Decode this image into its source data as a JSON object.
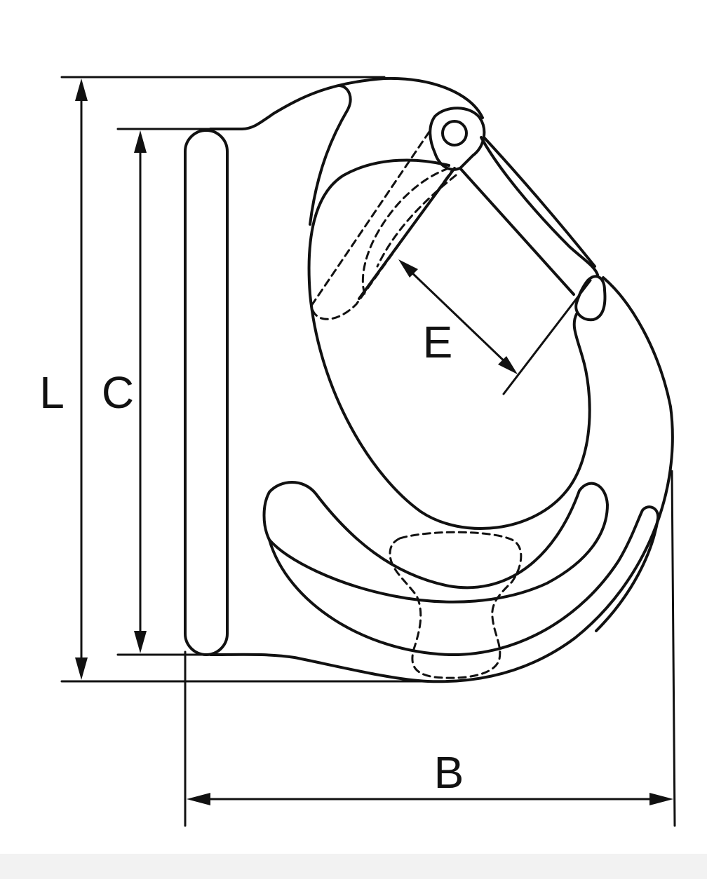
{
  "diagram": {
    "labels": {
      "L": "L",
      "C": "C",
      "E": "E",
      "B": "B"
    },
    "colors": {
      "line": "#111111",
      "background": "#ffffff",
      "footer": "#f2f2f2"
    }
  }
}
